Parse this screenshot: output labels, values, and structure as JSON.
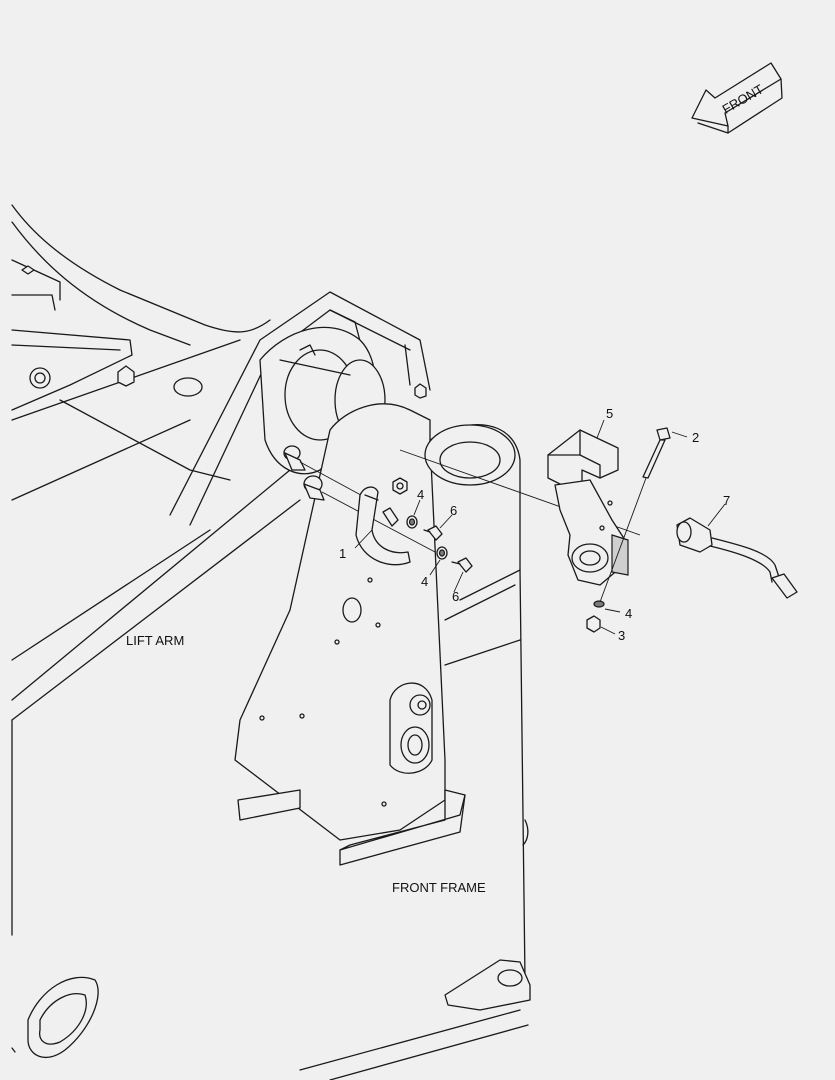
{
  "orientation_arrow": {
    "label": "FRONT"
  },
  "labels": {
    "lift_arm": "LIFT ARM",
    "front_frame": "FRONT FRAME"
  },
  "callouts": [
    {
      "id": "part-1",
      "number": "1"
    },
    {
      "id": "part-2",
      "number": "2"
    },
    {
      "id": "part-3",
      "number": "3"
    },
    {
      "id": "part-4a",
      "number": "4"
    },
    {
      "id": "part-4b",
      "number": "4"
    },
    {
      "id": "part-4c",
      "number": "4"
    },
    {
      "id": "part-5",
      "number": "5"
    },
    {
      "id": "part-6a",
      "number": "6"
    },
    {
      "id": "part-6b",
      "number": "6"
    },
    {
      "id": "part-7",
      "number": "7"
    }
  ]
}
